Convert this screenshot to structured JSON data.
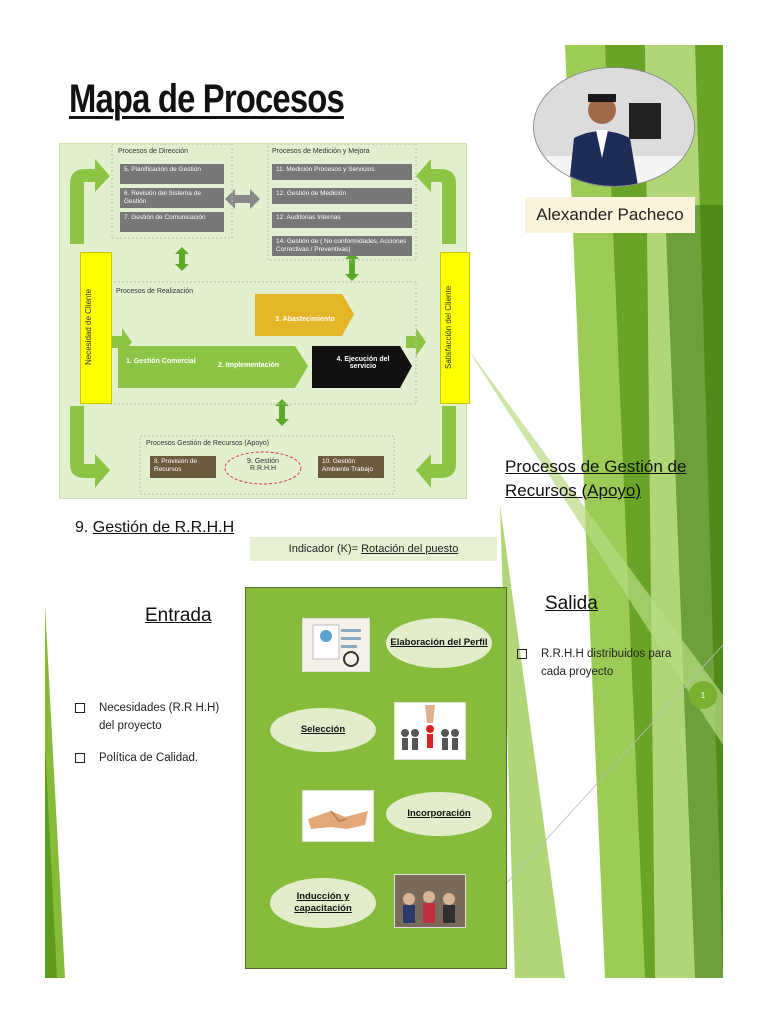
{
  "title": "Mapa de Procesos",
  "profile": {
    "name": "Alexander Pacheco"
  },
  "diagram": {
    "direccion": {
      "label": "Procesos  de Dirección",
      "items": [
        "5. Planificación de Gestión",
        "6. Revisión del Sistema de Gestión",
        "7. Gestión de Comunicación"
      ]
    },
    "medicion": {
      "label": "Procesos  de Medición y Mejora",
      "items": [
        "11. Medición Procesos y Servicios",
        "12. Gestión de Medición",
        "12. Auditorias Internas",
        "14. Gestión de  ( No conformidades, Acciones Correctivas / Preventivas)"
      ]
    },
    "realizacion": {
      "label": "Procesos de Realización",
      "items": [
        "1. Gestión Comercial",
        "2. Implementación",
        "3. Abastecimiento",
        "4. Ejecución del servicio"
      ]
    },
    "recursos": {
      "label": "Procesos Gestión de Recursos (Apoyo)",
      "items": [
        "8. Provisión de Recursos",
        "9. Gestión R.R.H.H",
        "10. Gestión Ambiente Trabajo"
      ]
    },
    "left_bar": "Necesidad de Cliente",
    "right_bar": "Satisfacción del Cliente"
  },
  "section_heading": "Procesos de Gestión de Recursos (Apoyo)",
  "gestion": {
    "number": "9.",
    "label": "Gestión de R.R.H.H"
  },
  "indicador": {
    "prefix": "Indicador (K)=",
    "value": "Rotación del puesto"
  },
  "entrada": {
    "heading": "Entrada",
    "items": [
      "Necesidades (R.R H.H) del proyecto",
      "Política de Calidad."
    ]
  },
  "salida": {
    "heading": "Salida",
    "items": [
      "R.R.H.H distribuidos para cada proyecto"
    ]
  },
  "proceso": {
    "steps": [
      "Elaboración del Perfil",
      "Selección",
      "Incorporación",
      "Inducción y capacitación"
    ]
  },
  "page_number": "1",
  "colors": {
    "accent_green": "#86bc3a",
    "dark_green": "#5e9a1c",
    "yellow": "#ffff00"
  }
}
